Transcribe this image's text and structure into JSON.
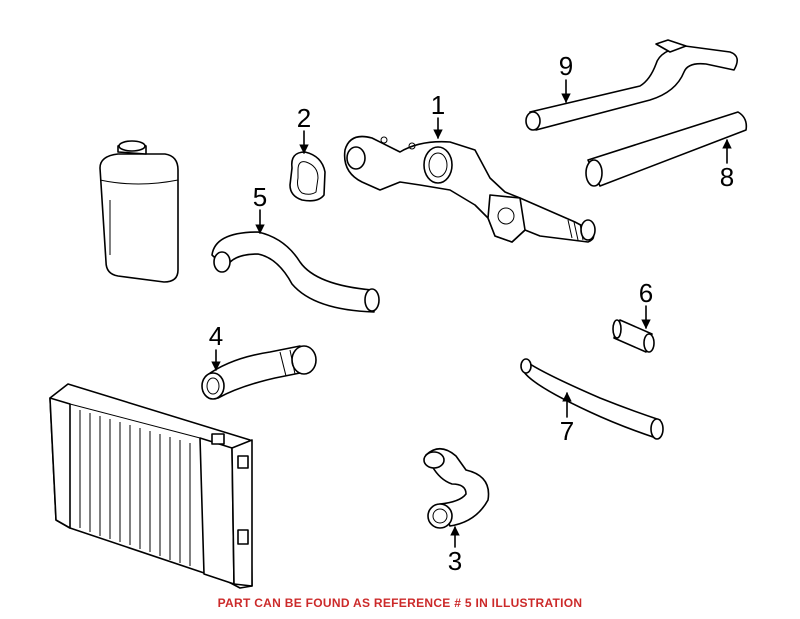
{
  "diagram": {
    "callouts": [
      {
        "id": "1",
        "label": "1"
      },
      {
        "id": "2",
        "label": "2"
      },
      {
        "id": "3",
        "label": "3"
      },
      {
        "id": "4",
        "label": "4"
      },
      {
        "id": "5",
        "label": "5"
      },
      {
        "id": "6",
        "label": "6"
      },
      {
        "id": "7",
        "label": "7"
      },
      {
        "id": "8",
        "label": "8"
      },
      {
        "id": "9",
        "label": "9"
      }
    ],
    "caption": "PART CAN BE FOUND AS REFERENCE # 5 IN ILLUSTRATION",
    "caption_color": "#cc2a2a"
  }
}
